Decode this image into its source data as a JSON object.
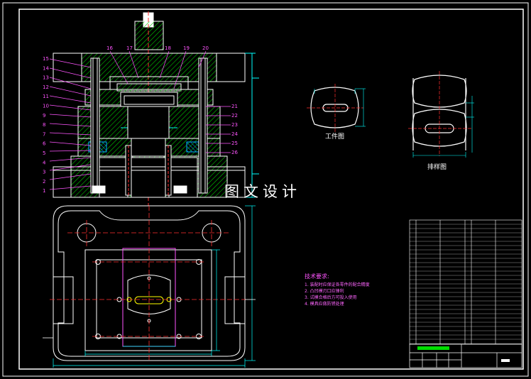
{
  "watermark": "图文设计",
  "workpiece_caption": "工件图",
  "layout_caption": "排样图",
  "tech_requirements": {
    "title": "技术要求:",
    "items": [
      {
        "num": "1.",
        "text": "装配时应保证各零件的配合精度"
      },
      {
        "num": "2.",
        "text": "凸凹模刃口应锋利"
      },
      {
        "num": "3.",
        "text": "试模合格后方可投入使用"
      },
      {
        "num": "4.",
        "text": "模具应做防锈处理"
      }
    ]
  },
  "part_numbers_left": [
    "15",
    "14",
    "13",
    "12",
    "11",
    "10",
    "9",
    "8",
    "7",
    "6",
    "5",
    "4",
    "3",
    "2",
    "1"
  ],
  "part_numbers_right": [
    "21",
    "22",
    "23",
    "24",
    "25",
    "26"
  ],
  "part_numbers_top": [
    "16",
    "17",
    "18",
    "19",
    "20"
  ],
  "colors": {
    "outline": "#ffffff",
    "hatch": "#00ff00",
    "center_line": "#ff3030",
    "dimension": "#00ffff",
    "part_label": "#ff55ff",
    "accent": "#ffff00"
  }
}
